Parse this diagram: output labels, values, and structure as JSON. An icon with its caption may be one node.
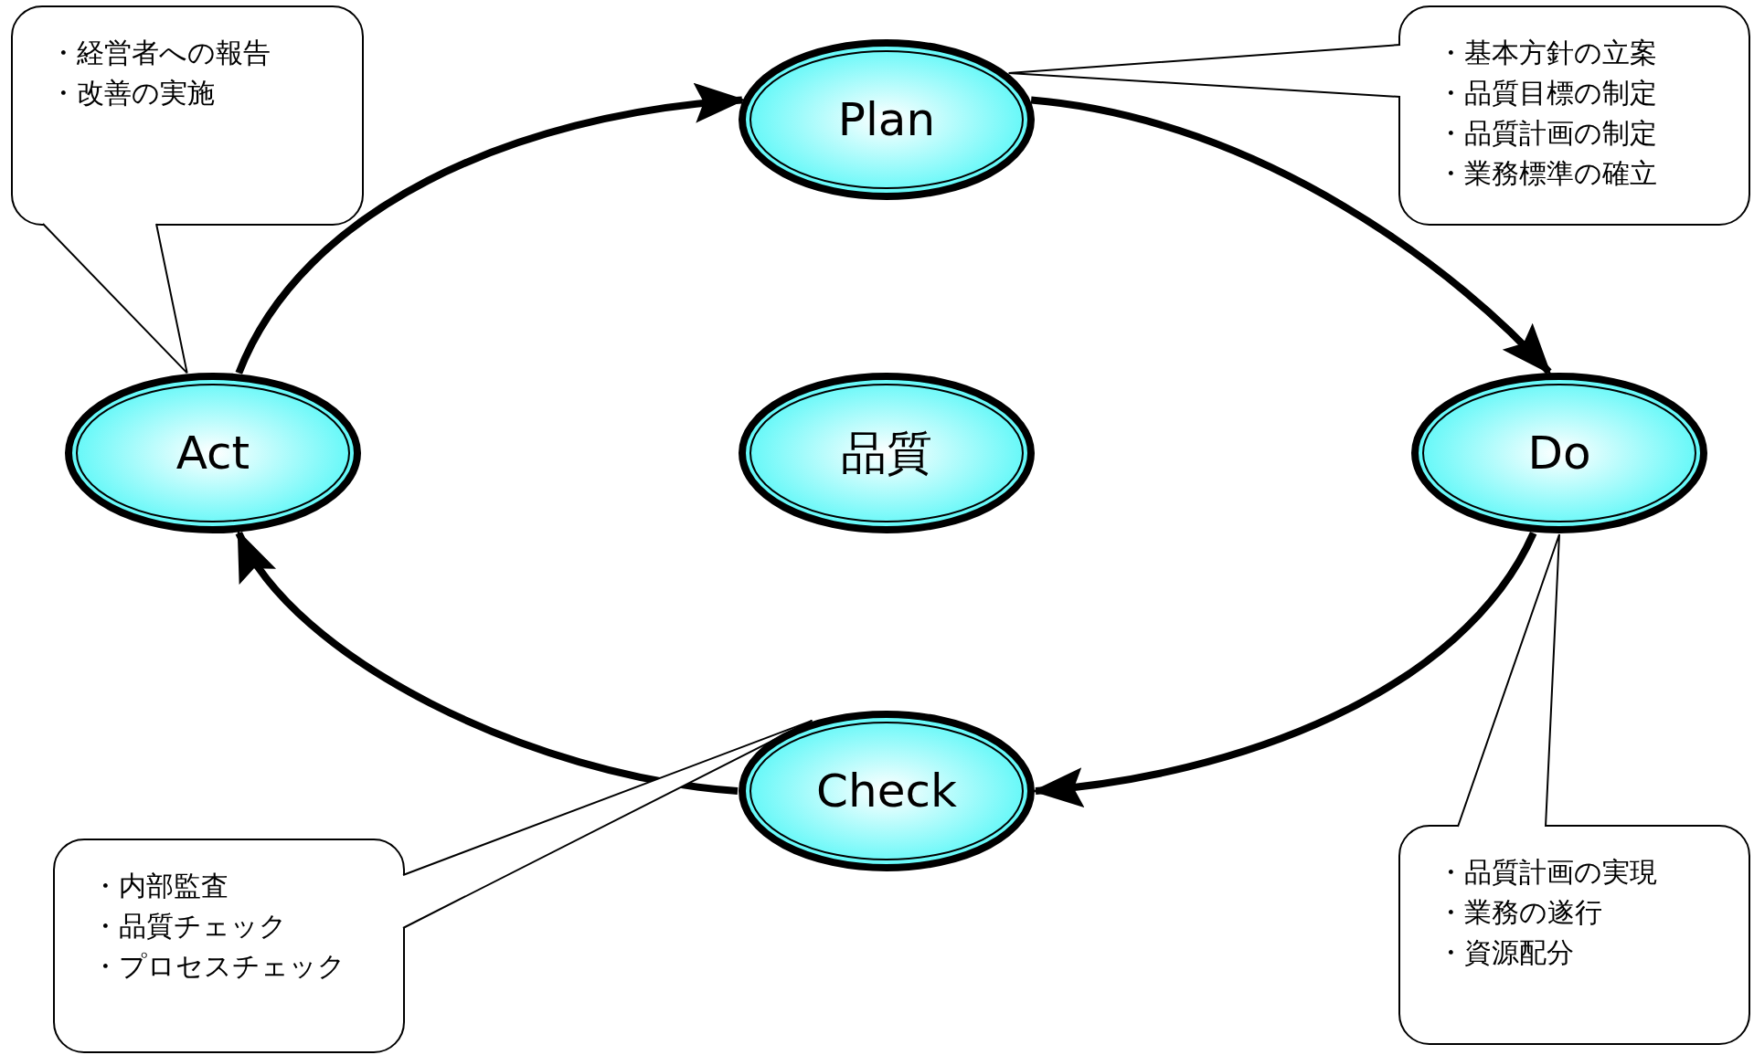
{
  "diagram": {
    "nodes": [
      {
        "text": [
          "・経営者への報告",
          "・改善の実施"
        ]
      },
      {
        "text": [
          "Plan"
        ]
      },
      {
        "text": [
          "・基本方針の立案",
          "・品質目標の制定",
          "・品質計画の制定",
          "・業務標準の確立"
        ]
      },
      {
        "text": [
          "Act"
        ]
      },
      {
        "text": [
          "品質"
        ]
      },
      {
        "text": [
          "Do"
        ]
      },
      {
        "text": [
          "Check"
        ]
      },
      {
        "text": [
          "・内部監査",
          "・品質チェック",
          "・プロセスチェック"
        ]
      },
      {
        "text": [
          "・品質計画の実現",
          "・業務の遂行",
          "・資源配分"
        ]
      }
    ],
    "edges": [
      {
        "from": 3,
        "to": 1,
        "arrow": "to",
        "style": "thick"
      },
      {
        "from": 1,
        "to": 5,
        "arrow": "to",
        "style": "thick"
      },
      {
        "from": 5,
        "to": 6,
        "arrow": "to",
        "style": "thick"
      },
      {
        "from": 6,
        "to": 3,
        "arrow": "to",
        "style": "thick"
      },
      {
        "from": 0,
        "to": 3,
        "arrow": "none"
      },
      {
        "from": 2,
        "to": 1,
        "arrow": "none"
      },
      {
        "from": 7,
        "to": 6,
        "arrow": "none"
      },
      {
        "from": 8,
        "to": 5,
        "arrow": "none"
      }
    ]
  }
}
